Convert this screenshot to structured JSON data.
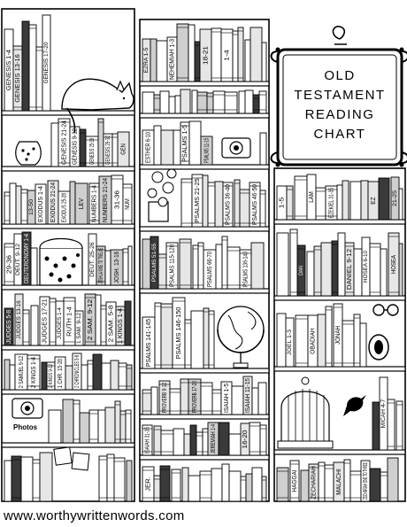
{
  "frame_title": [
    "OLD",
    "TESTAMENT",
    "READING",
    "CHART"
  ],
  "footer_url": "www.worthywrittenwords.com",
  "photos_label": "Photos",
  "book_labels": [
    {
      "t": "GENESIS 1-4",
      "s": "c1"
    },
    {
      "t": "GENESIS 13-16",
      "s": "c1"
    },
    {
      "t": "GENESIS 17-20",
      "s": "c1"
    },
    {
      "t": "GENESIS 21-24",
      "s": "c1"
    },
    {
      "t": "GENESIS 9-12",
      "s": "c1"
    },
    {
      "t": "GENESIS 25-28",
      "s": "c1"
    },
    {
      "t": "GENESIS 29-32",
      "s": "c1"
    },
    {
      "t": "GEN",
      "s": "c1"
    },
    {
      "t": "13-50",
      "s": "c1"
    },
    {
      "t": "EXODUS 1-4",
      "s": "c1"
    },
    {
      "t": "EXODUS 21-24",
      "s": "c1"
    },
    {
      "t": "EXODUS 25-28",
      "s": "c1"
    },
    {
      "t": "LEV",
      "s": "c1"
    },
    {
      "t": "NUMBERS 1-4",
      "s": "c1"
    },
    {
      "t": "NUMBERS 21-24",
      "s": "c1"
    },
    {
      "t": "31-36",
      "s": "c1"
    },
    {
      "t": "NUM",
      "s": "c1"
    },
    {
      "t": "29-36",
      "s": "c1"
    },
    {
      "t": "DEUT. 9-12",
      "s": "c1"
    },
    {
      "t": "DEUTERONOMY 1-4",
      "s": "c1"
    },
    {
      "t": "DEUT. 25-26",
      "s": "c1"
    },
    {
      "t": "JOSHUA NINE TO TWELVE",
      "s": "c1"
    },
    {
      "t": "JOSH. 13-16",
      "s": "c1"
    },
    {
      "t": "JUDGES 5-8",
      "s": "c1"
    },
    {
      "t": "JUDGES 13-16",
      "s": "c1"
    },
    {
      "t": "JUDGES 17-21",
      "s": "c1"
    },
    {
      "t": "JUDGES 1-4",
      "s": "c1"
    },
    {
      "t": "RUTH 1-4",
      "s": "c1"
    },
    {
      "t": "1 SAM. 9-12",
      "s": "c1"
    },
    {
      "t": "2 SAM. 9-12",
      "s": "c1"
    },
    {
      "t": "2 SAM. 5-8",
      "s": "c1"
    },
    {
      "t": "1 KINGS 1-4",
      "s": "c1"
    },
    {
      "t": "2 SAMUEL 9-12",
      "s": "c1"
    },
    {
      "t": "2 KINGS 1-4",
      "s": "c1"
    },
    {
      "t": "2 KINGS 9-12",
      "s": "c1"
    },
    {
      "t": "1 CHR. 15-20",
      "s": "c1"
    },
    {
      "t": "2 CHRONICLES 5-8",
      "s": "c1"
    },
    {
      "t": "EZRA 1-5",
      "s": "c2"
    },
    {
      "t": "NEHEMIAH 1-3",
      "s": "c2"
    },
    {
      "t": "18-21",
      "s": "c2"
    },
    {
      "t": "1-4",
      "s": "c2"
    },
    {
      "t": "ESTHER 6-10",
      "s": "c2"
    },
    {
      "t": "PSALMS 1-5",
      "s": "c2"
    },
    {
      "t": "PSALMS 11-15",
      "s": "c2"
    },
    {
      "t": "PSALMS 21-25",
      "s": "c2"
    },
    {
      "t": "PSALMS 36-40",
      "s": "c2"
    },
    {
      "t": "PSALMS 46-50",
      "s": "c2"
    },
    {
      "t": "PSALMS 51-55",
      "s": "c2"
    },
    {
      "t": "PSALMS 115-120",
      "s": "c2"
    },
    {
      "t": "PSALMS 66-70",
      "s": "c2"
    },
    {
      "t": "PSALMS 136-140",
      "s": "c2"
    },
    {
      "t": "PSALMS 141-145",
      "s": "c2"
    },
    {
      "t": "PSALMS 146-150",
      "s": "c2"
    },
    {
      "t": "PROVERB 9-12",
      "s": "c2"
    },
    {
      "t": "PROVERB 17-20",
      "s": "c2"
    },
    {
      "t": "ISAIAH 1-5",
      "s": "c2"
    },
    {
      "t": "ISAIAH 11-15",
      "s": "c2"
    },
    {
      "t": "ISAIAH 31-35",
      "s": "c2"
    },
    {
      "t": "JEREMIAH 1-4",
      "s": "c2"
    },
    {
      "t": "16-20",
      "s": "c2"
    },
    {
      "t": "JER.",
      "s": "c2"
    },
    {
      "t": "1-5",
      "s": "c3"
    },
    {
      "t": "LAM",
      "s": "c3"
    },
    {
      "t": "EZEKIEL 31-35",
      "s": "c3"
    },
    {
      "t": "EZ",
      "s": "c3"
    },
    {
      "t": "21-25",
      "s": "c3"
    },
    {
      "t": "DAN",
      "s": "c3"
    },
    {
      "t": "DANIEL 9-12",
      "s": "c3"
    },
    {
      "t": "HOSEA 6-10",
      "s": "c3"
    },
    {
      "t": "HOSEA",
      "s": "c3"
    },
    {
      "t": "JOEL 1-3",
      "s": "c3"
    },
    {
      "t": "OBADIAH",
      "s": "c3"
    },
    {
      "t": "JONAH",
      "s": "c3"
    },
    {
      "t": "MICAH 4-7",
      "s": "c3"
    },
    {
      "t": "HAGGAI",
      "s": "c3"
    },
    {
      "t": "ZECHARIAH",
      "s": "c3"
    },
    {
      "t": "MALACHI",
      "s": "c3"
    },
    {
      "t": "ZECHARIAH ONE TO THREE",
      "s": "c3"
    }
  ]
}
